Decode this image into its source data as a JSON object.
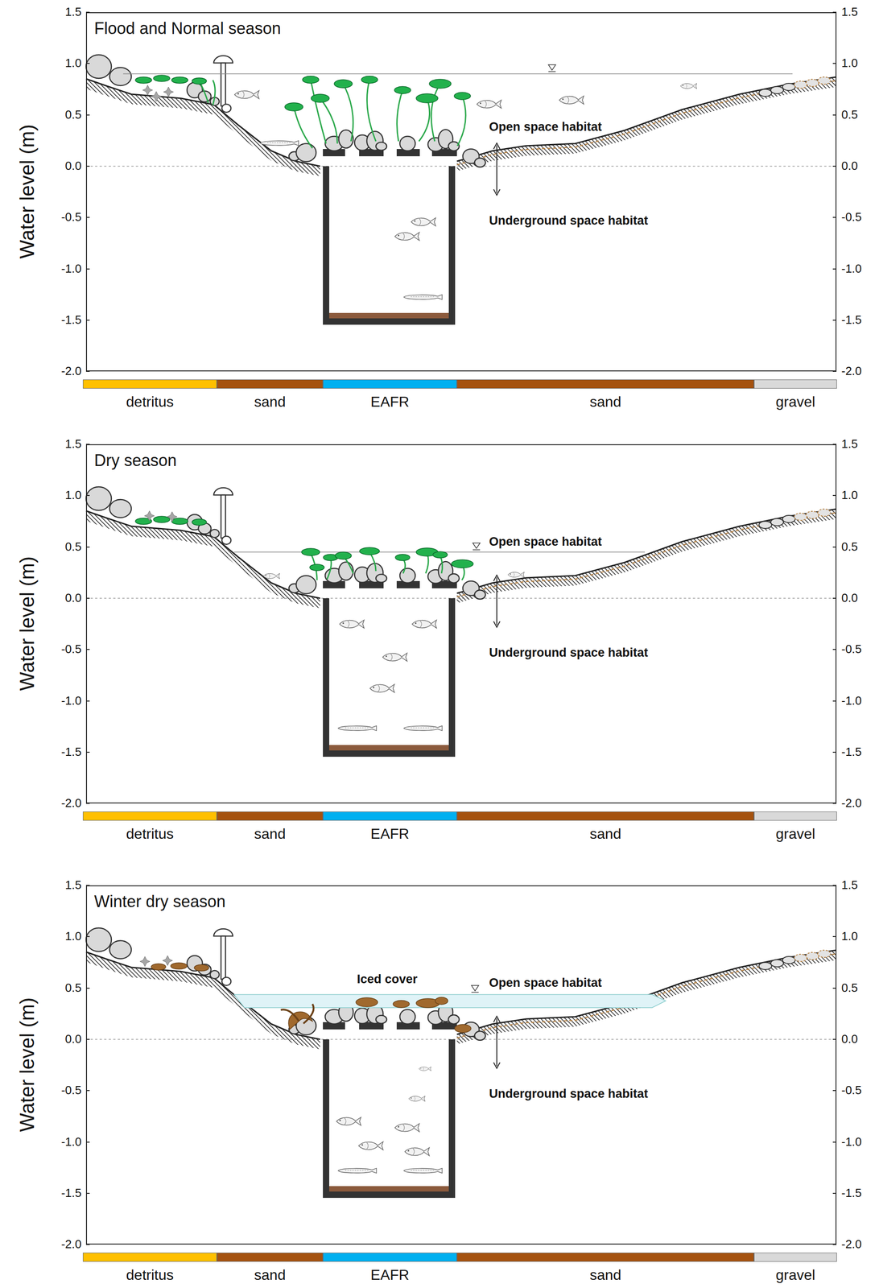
{
  "diagram": {
    "nodes": [
      {
        "text": [
          "Flood and Normal season"
        ]
      },
      {
        "text": [
          "Dry season"
        ]
      },
      {
        "text": [
          "Winter dry season"
        ]
      }
    ],
    "labels": [
      "1.5",
      "1.0",
      "0.5",
      "0.0",
      "-0.5",
      "-1.0",
      "-1.5",
      "-2.0",
      "1.5",
      "1.0",
      "0.5",
      "0.0",
      "-0.5",
      "-1.0",
      "-1.5",
      "-2.0",
      "Water level (m)",
      "Open space habitat",
      "Underground space habitat",
      "1.5",
      "1.0",
      "0.5",
      "0.0",
      "-0.5",
      "-1.0",
      "-1.5",
      "-2.0",
      "1.5",
      "1.0",
      "0.5",
      "0.0",
      "-0.5",
      "-1.0",
      "-1.5",
      "-2.0",
      "Water level (m)",
      "Open space habitat",
      "Underground space habitat",
      "1.5",
      "1.0",
      "0.5",
      "0.0",
      "-0.5",
      "-1.0",
      "-1.5",
      "-2.0",
      "1.5",
      "1.0",
      "0.5",
      "0.0",
      "-0.5",
      "-1.0",
      "-1.5",
      "-2.0",
      "Water level (m)",
      "Open space habitat",
      "Underground space habitat",
      "Iced cover"
    ],
    "legend": [
      {
        "text": "detritus",
        "color": "#ffc000"
      },
      {
        "text": "sand",
        "color": "#a5520f"
      },
      {
        "text": "EAFR",
        "color": "#00b0f0"
      },
      {
        "text": "sand",
        "color": "#a5520f"
      },
      {
        "text": "gravel",
        "color": "#d9d9d9"
      },
      {
        "text": "detritus",
        "color": "#ffc000"
      },
      {
        "text": "sand",
        "color": "#a5520f"
      },
      {
        "text": "EAFR",
        "color": "#00b0f0"
      },
      {
        "text": "sand",
        "color": "#a5520f"
      },
      {
        "text": "gravel",
        "color": "#d9d9d9"
      },
      {
        "text": "detritus",
        "color": "#ffc000"
      },
      {
        "text": "sand",
        "color": "#a5520f"
      },
      {
        "text": "EAFR",
        "color": "#00b0f0"
      },
      {
        "text": "sand",
        "color": "#a5520f"
      },
      {
        "text": "gravel",
        "color": "#d9d9d9"
      }
    ]
  }
}
